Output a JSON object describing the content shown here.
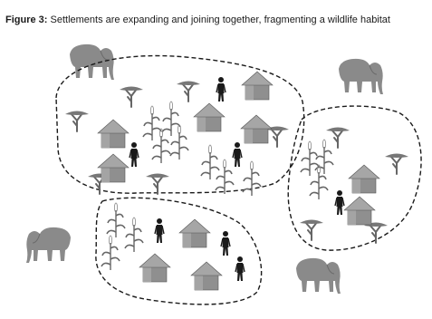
{
  "caption": {
    "label": "Figure 3:",
    "text": "Settlements are expanding and joining together, fragmenting a wildlife habitat"
  },
  "colors": {
    "ink": "#1a1a1a",
    "hut_wall": "#8f8f8f",
    "hut_roof": "#a6a6a6",
    "elephant": "#8a8a8a",
    "tree": "#707070",
    "crop": "#6e6e6e"
  },
  "icons": [
    "elephant-icon",
    "hut-icon",
    "person-icon",
    "acacia-tree-icon",
    "crop-plant-icon",
    "settlement-boundary"
  ]
}
